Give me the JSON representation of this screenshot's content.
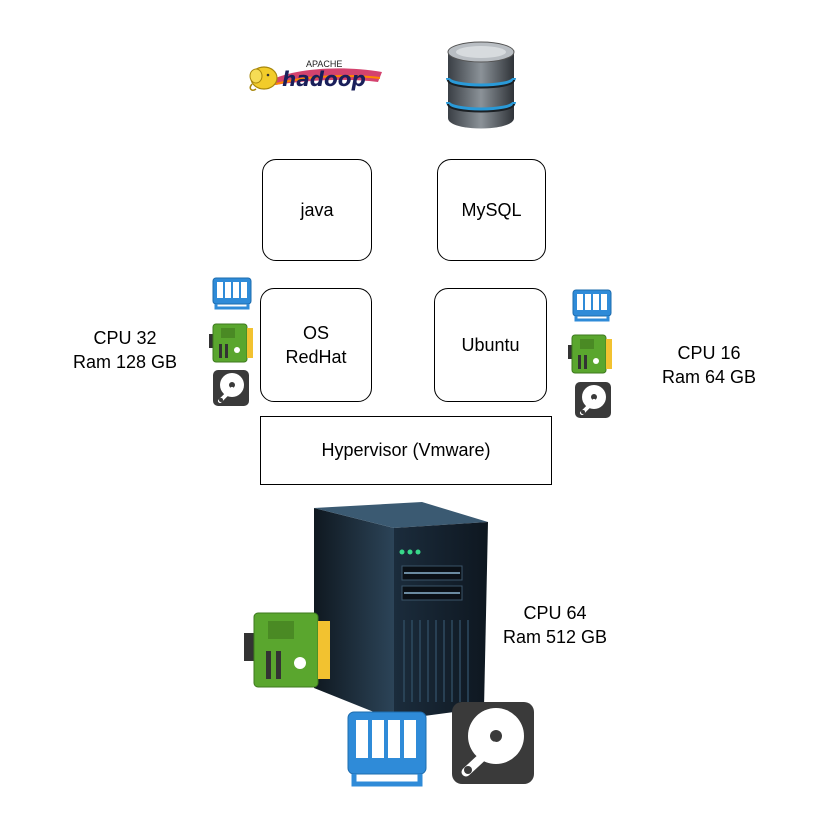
{
  "logos": {
    "hadoop_top": "APACHE",
    "hadoop_main": "hadoop",
    "database_icon": "database-cylinder-icon"
  },
  "boxes": {
    "java": "java",
    "mysql": "MySQL",
    "os_line1": "OS",
    "os_line2": "RedHat",
    "ubuntu": "Ubuntu",
    "hypervisor": "Hypervisor (Vmware)"
  },
  "specs": {
    "left_vm": {
      "cpu": "CPU 32",
      "ram": "Ram 128 GB"
    },
    "right_vm": {
      "cpu": "CPU 16",
      "ram": "Ram 64 GB"
    },
    "server": {
      "cpu": "CPU 64",
      "ram": "Ram 512 GB"
    }
  },
  "icons": [
    "ram-module-icon",
    "motherboard-icon",
    "hard-disk-icon",
    "server-tower-icon"
  ],
  "colors": {
    "ram_blue": "#2f8bd8",
    "board_green": "#5aa62e",
    "disk_dark": "#3a3a3a",
    "server_dark": "#1a2a38"
  }
}
